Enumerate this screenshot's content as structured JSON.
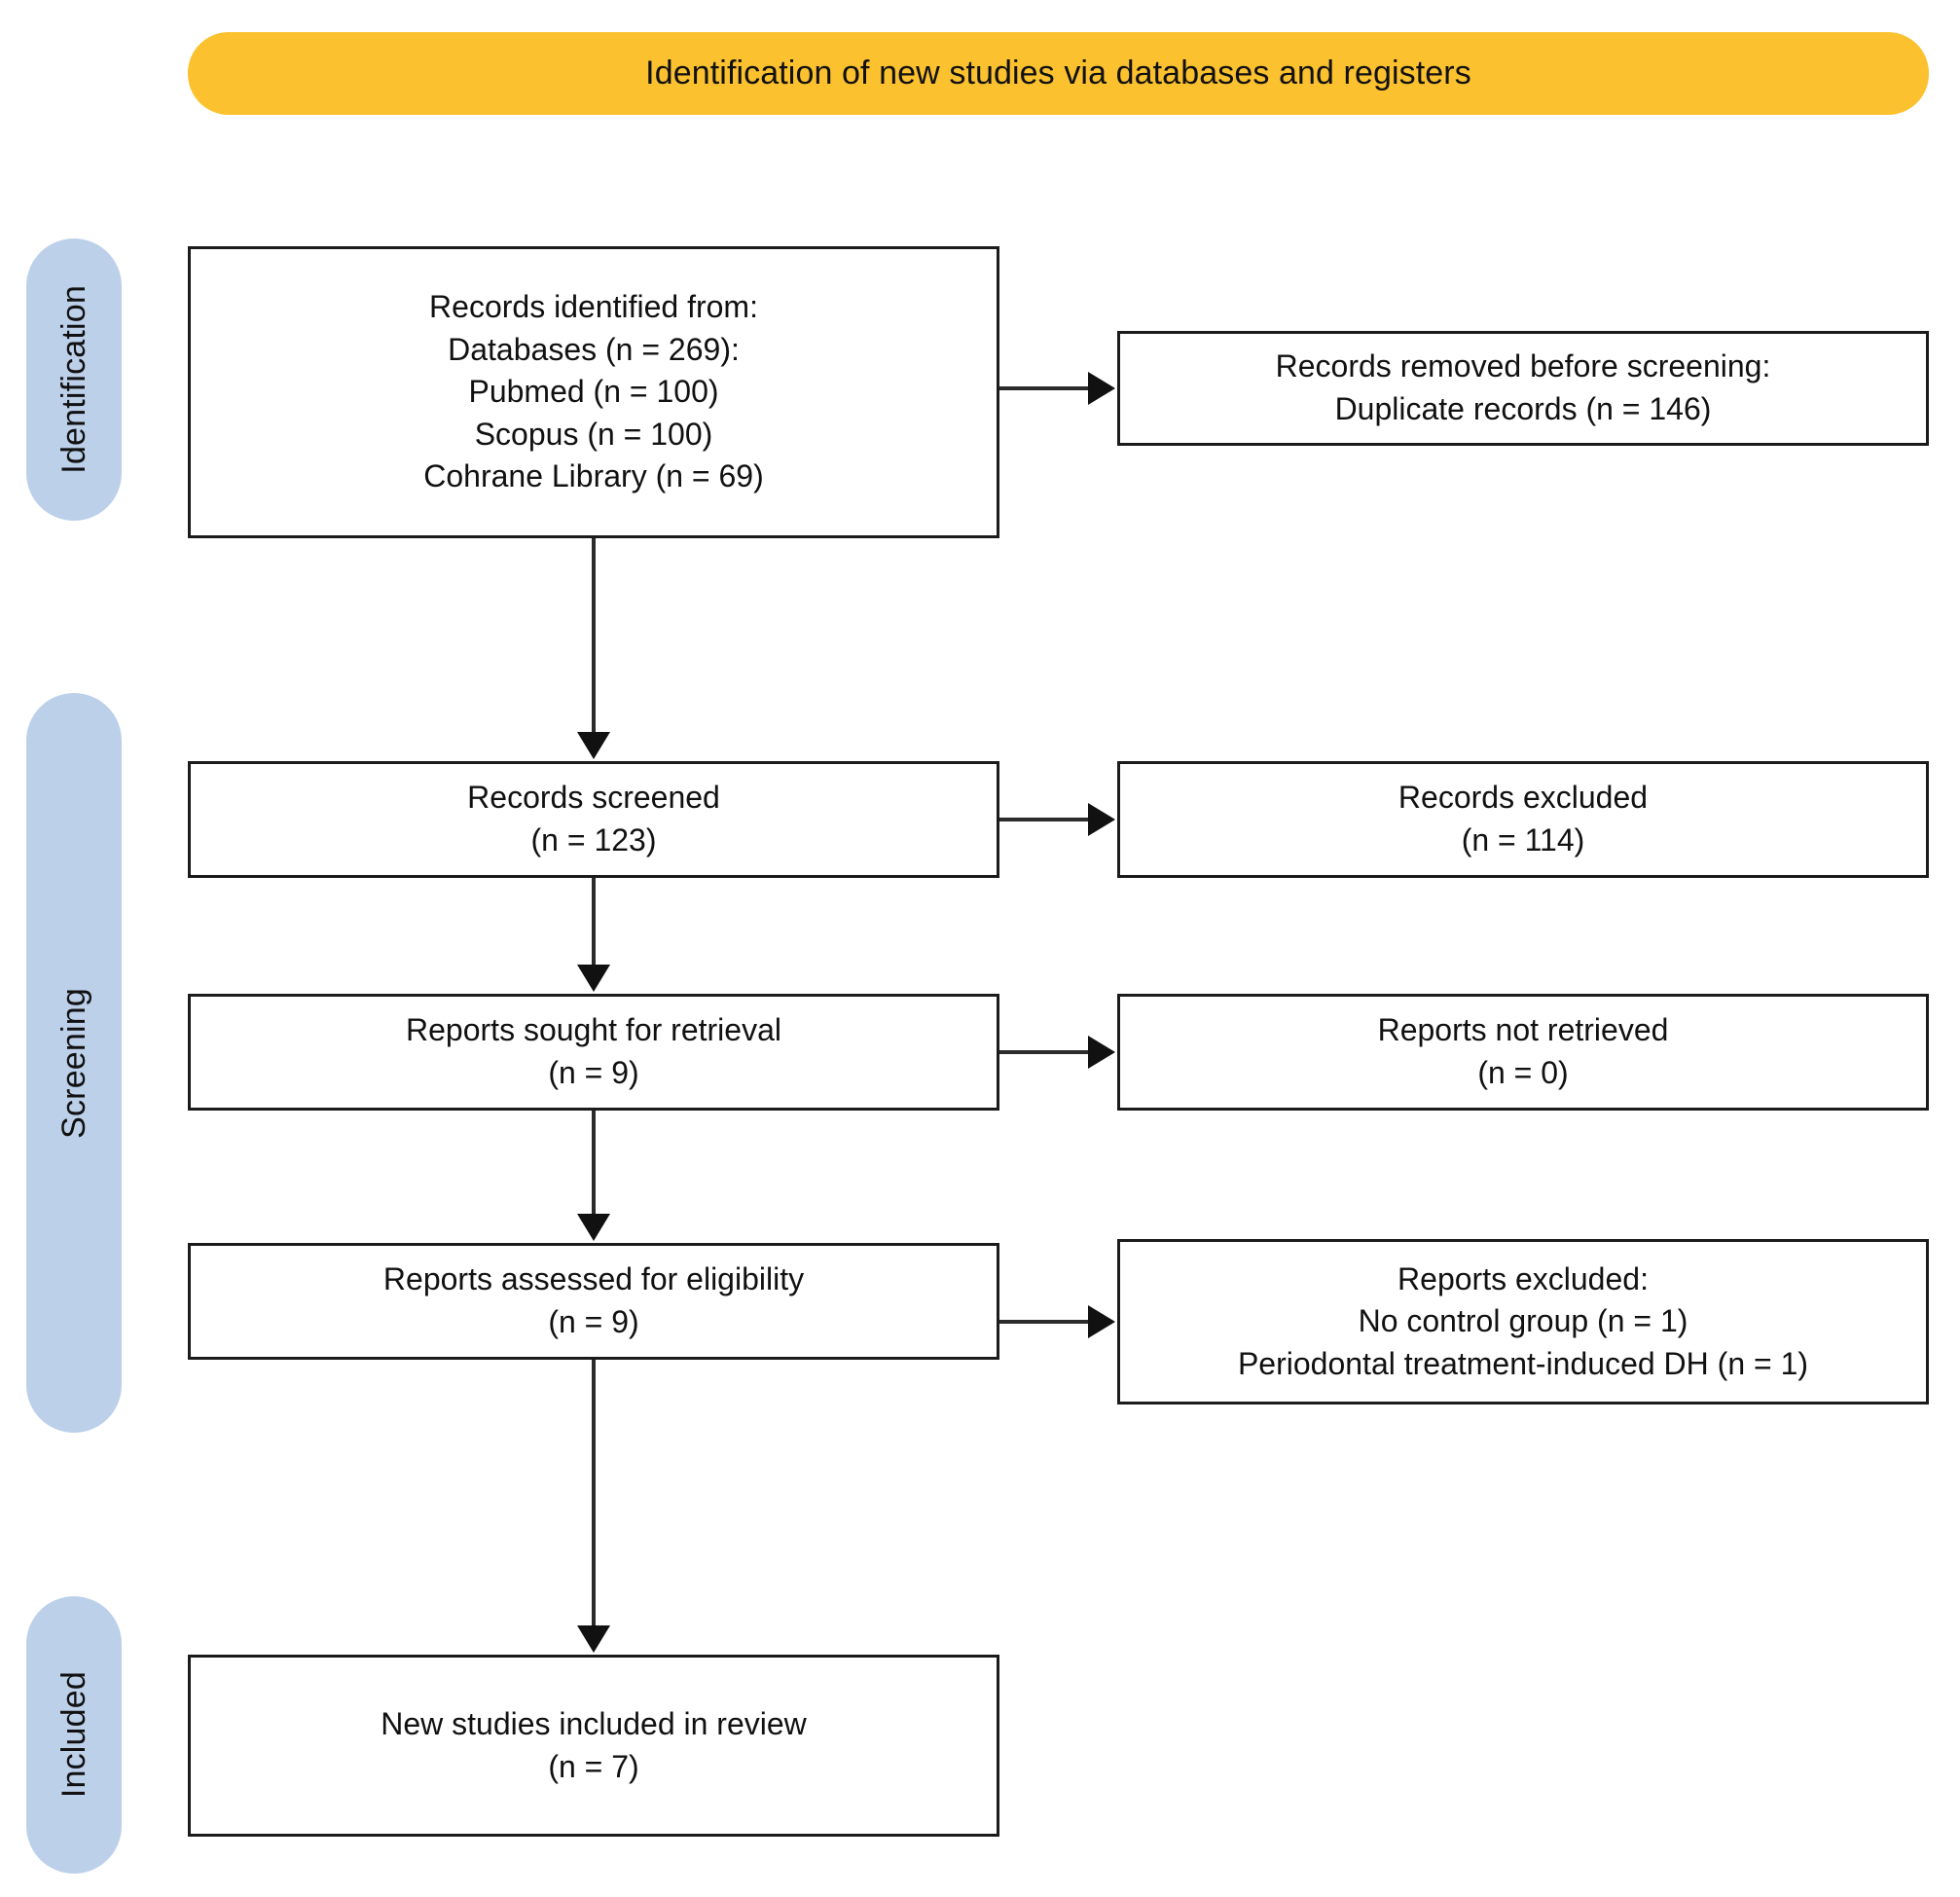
{
  "banner": {
    "title": "Identification of new studies via databases and registers",
    "color": "#FCC12E"
  },
  "rails": {
    "color": "#BCD0EA",
    "identification": "Identification",
    "screening": "Screening",
    "included": "Included"
  },
  "boxes": {
    "identified": {
      "lines": [
        "Records identified from:",
        "Databases (n = 269):",
        "Pubmed (n =  100)",
        "Scopus (n =  100)",
        "Cohrane Library (n =  69)"
      ]
    },
    "removed": {
      "lines": [
        "Records removed before screening:",
        "Duplicate records (n = 146)"
      ]
    },
    "screened": {
      "lines": [
        "Records screened",
        "(n = 123)"
      ]
    },
    "excluded": {
      "lines": [
        "Records excluded",
        "(n = 114)"
      ]
    },
    "sought": {
      "lines": [
        "Reports sought for retrieval",
        "(n = 9)"
      ]
    },
    "not_retrieved": {
      "lines": [
        "Reports not retrieved",
        "(n = 0)"
      ]
    },
    "assessed": {
      "lines": [
        "Reports assessed for eligibility",
        "(n = 9)"
      ]
    },
    "reports_excluded": {
      "lines": [
        "Reports excluded:",
        "No control group (n =  1)",
        "Periodontal treatment-induced DH (n =  1)"
      ]
    },
    "included": {
      "lines": [
        "New studies included in review",
        "(n = 7)"
      ]
    }
  },
  "flow": {
    "counts": {
      "databases_total": 269,
      "pubmed": 100,
      "scopus": 100,
      "cochrane": 69,
      "duplicates_removed": 146,
      "records_screened": 123,
      "records_excluded": 114,
      "reports_sought": 9,
      "reports_not_retrieved": 0,
      "reports_assessed": 9,
      "excluded_no_control_group": 1,
      "excluded_periodontal_dh": 1,
      "studies_included": 7
    }
  }
}
